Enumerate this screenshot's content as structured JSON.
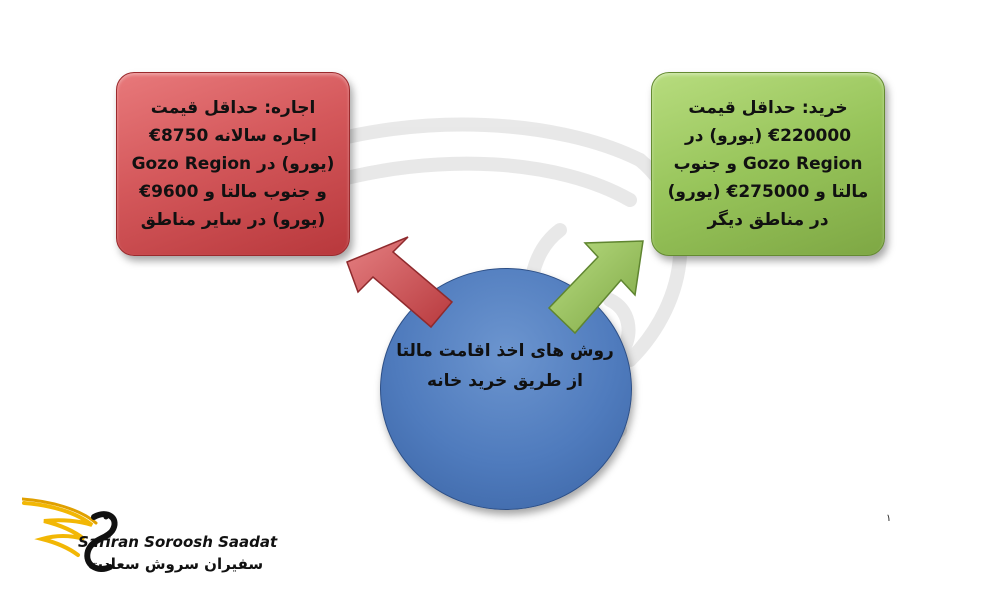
{
  "diagram": {
    "purchase_box": {
      "text": "خرید: حداقل قیمت 220000€ (یورو) در Gozo Region و جنوب مالتا و 275000€ (یورو) در مناطق دیگر"
    },
    "rent_box": {
      "text": "اجاره: حداقل قیمت اجاره سالانه 8750€ (یورو) در Gozo Region و جنوب مالتا و 9600€ (یورو) در سایر مناطق"
    },
    "center": {
      "text": "روش های اخذ اقامت مالتا از طریق خرید خانه"
    }
  },
  "footer": {
    "page_number": "۱"
  },
  "logo": {
    "english": "Safiran Soroosh Saadat",
    "persian": "سفیران سروش سعادت"
  },
  "colors": {
    "rent": "#d4585b",
    "purchase": "#97c45a",
    "center": "#4f7bbd",
    "logo_gold": "#f2b705"
  }
}
